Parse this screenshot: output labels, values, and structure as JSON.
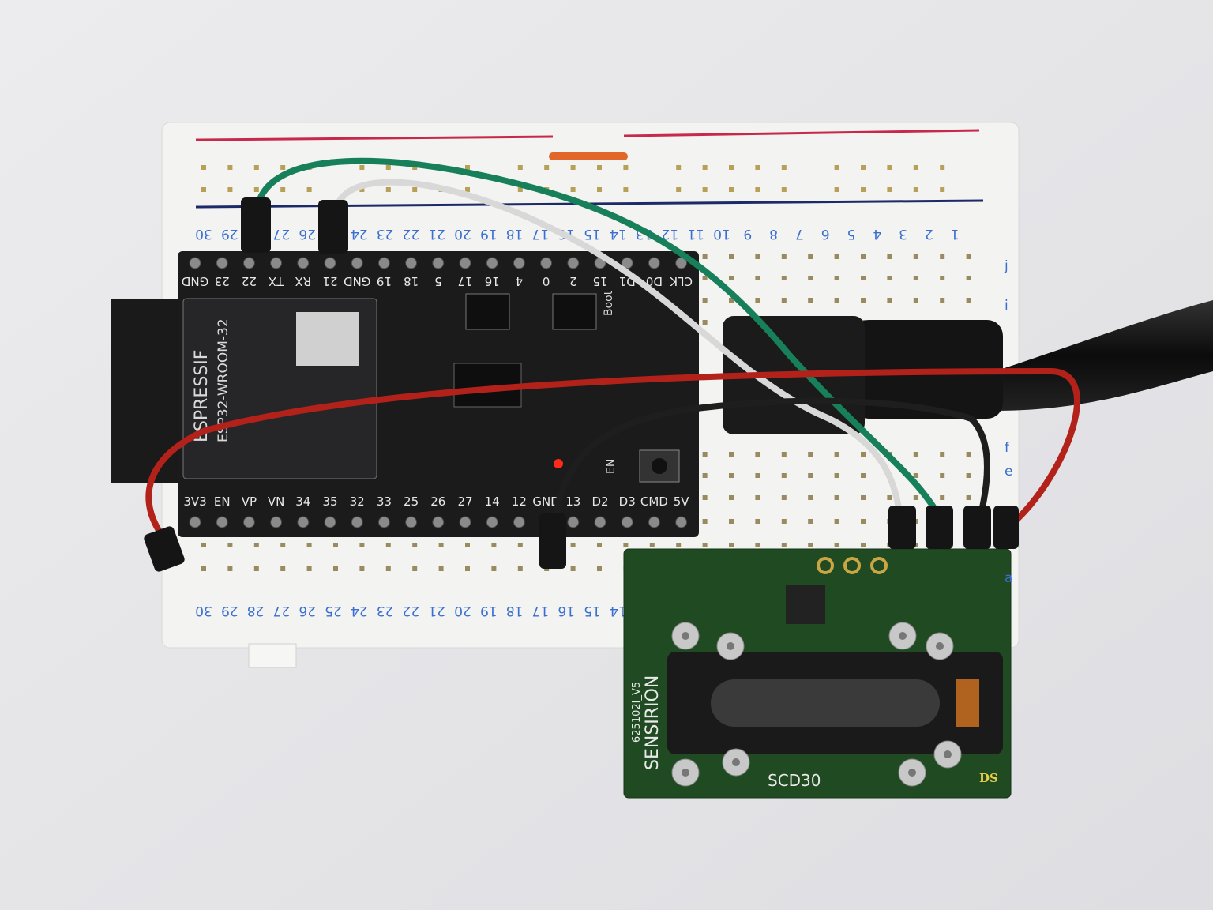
{
  "esp32": {
    "module_brand": "ESPRESSIF",
    "module_model": "ESP32-WROOM-32",
    "top_pins": [
      "GND",
      "23",
      "22",
      "TX",
      "RX",
      "21",
      "GND",
      "19",
      "18",
      "5",
      "17",
      "16",
      "4",
      "0",
      "2",
      "15",
      "D1",
      "D0",
      "CLK"
    ],
    "bottom_pins": [
      "3V3",
      "EN",
      "VP",
      "VN",
      "34",
      "35",
      "32",
      "33",
      "25",
      "26",
      "27",
      "14",
      "12",
      "GND",
      "13",
      "D2",
      "D3",
      "CMD",
      "5V"
    ],
    "button_labels": {
      "boot": "Boot",
      "en": "EN"
    },
    "led_color": "#ff2a1a"
  },
  "sensor": {
    "brand": "SENSIRION",
    "part_number": "625102I_V5",
    "model": "SCD30",
    "marking": "DS",
    "board_color": "#1f4a22"
  },
  "breadboard": {
    "column_numbers": [
      "30",
      "29",
      "28",
      "27",
      "26",
      "25",
      "24",
      "23",
      "22",
      "21",
      "20",
      "19",
      "18",
      "17",
      "16",
      "15",
      "14",
      "13",
      "12",
      "11",
      "10",
      "9",
      "8",
      "7",
      "6",
      "5",
      "4",
      "3",
      "2",
      "1"
    ],
    "row_letters_right": [
      "j",
      "i",
      "f",
      "e",
      "a"
    ],
    "rail_colors": {
      "positive": "#c8284a",
      "negative": "#1c2a6a"
    }
  },
  "wires": {
    "green": "#17805a",
    "white": "#d8d8d8",
    "red": "#b3221a",
    "black": "#1e1e1e"
  }
}
